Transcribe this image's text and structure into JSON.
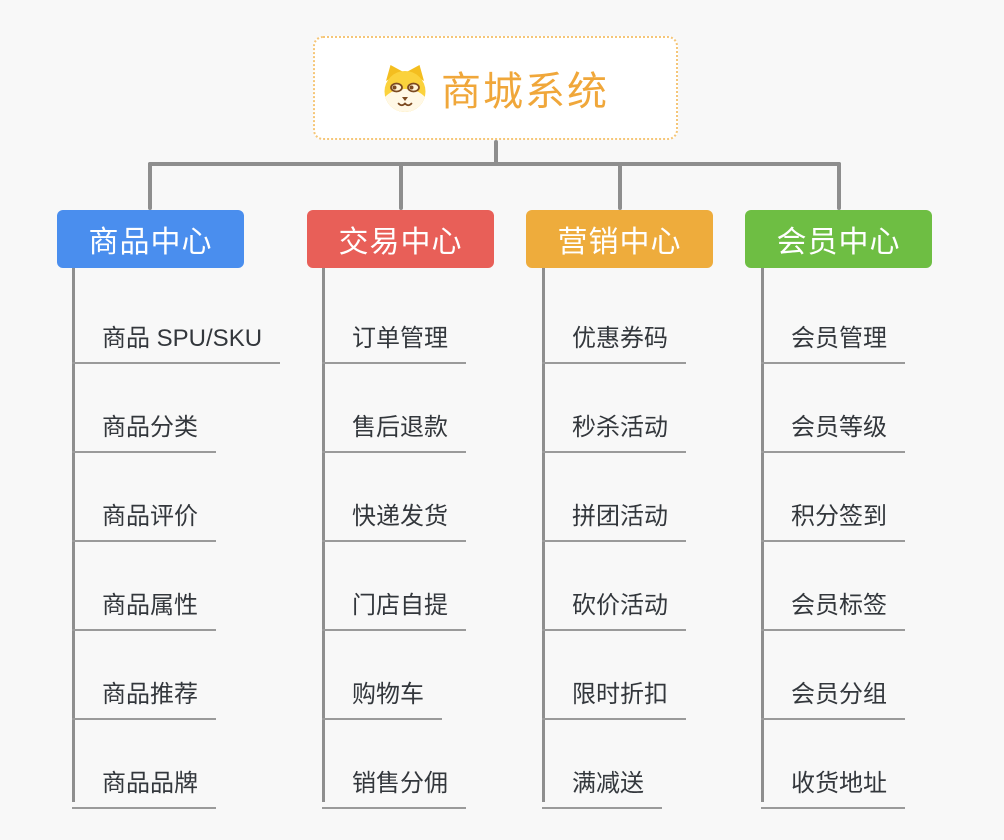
{
  "root": {
    "title": "商城系统",
    "icon": "dog-face-icon",
    "title_color": "#F0A73A",
    "border_color": "#F5C678",
    "background": "#FFFFFF"
  },
  "branches": [
    {
      "label": "商品中心",
      "color": "#4A8EEE",
      "items": [
        "商品 SPU/SKU",
        "商品分类",
        "商品评价",
        "商品属性",
        "商品推荐",
        "商品品牌"
      ]
    },
    {
      "label": "交易中心",
      "color": "#E85F58",
      "items": [
        "订单管理",
        "售后退款",
        "快递发货",
        "门店自提",
        "购物车",
        "销售分佣"
      ]
    },
    {
      "label": "营销中心",
      "color": "#EEAC3C",
      "items": [
        "优惠券码",
        "秒杀活动",
        "拼团活动",
        "砍价活动",
        "限时折扣",
        "满减送"
      ]
    },
    {
      "label": "会员中心",
      "color": "#6EBE43",
      "items": [
        "会员管理",
        "会员等级",
        "积分签到",
        "会员标签",
        "会员分组",
        "收货地址"
      ]
    }
  ],
  "colors": {
    "connector": "#8E8E8E",
    "leaf_underline": "#9A9A9A",
    "leaf_text": "#33373C",
    "background": "#F8F8F8"
  }
}
